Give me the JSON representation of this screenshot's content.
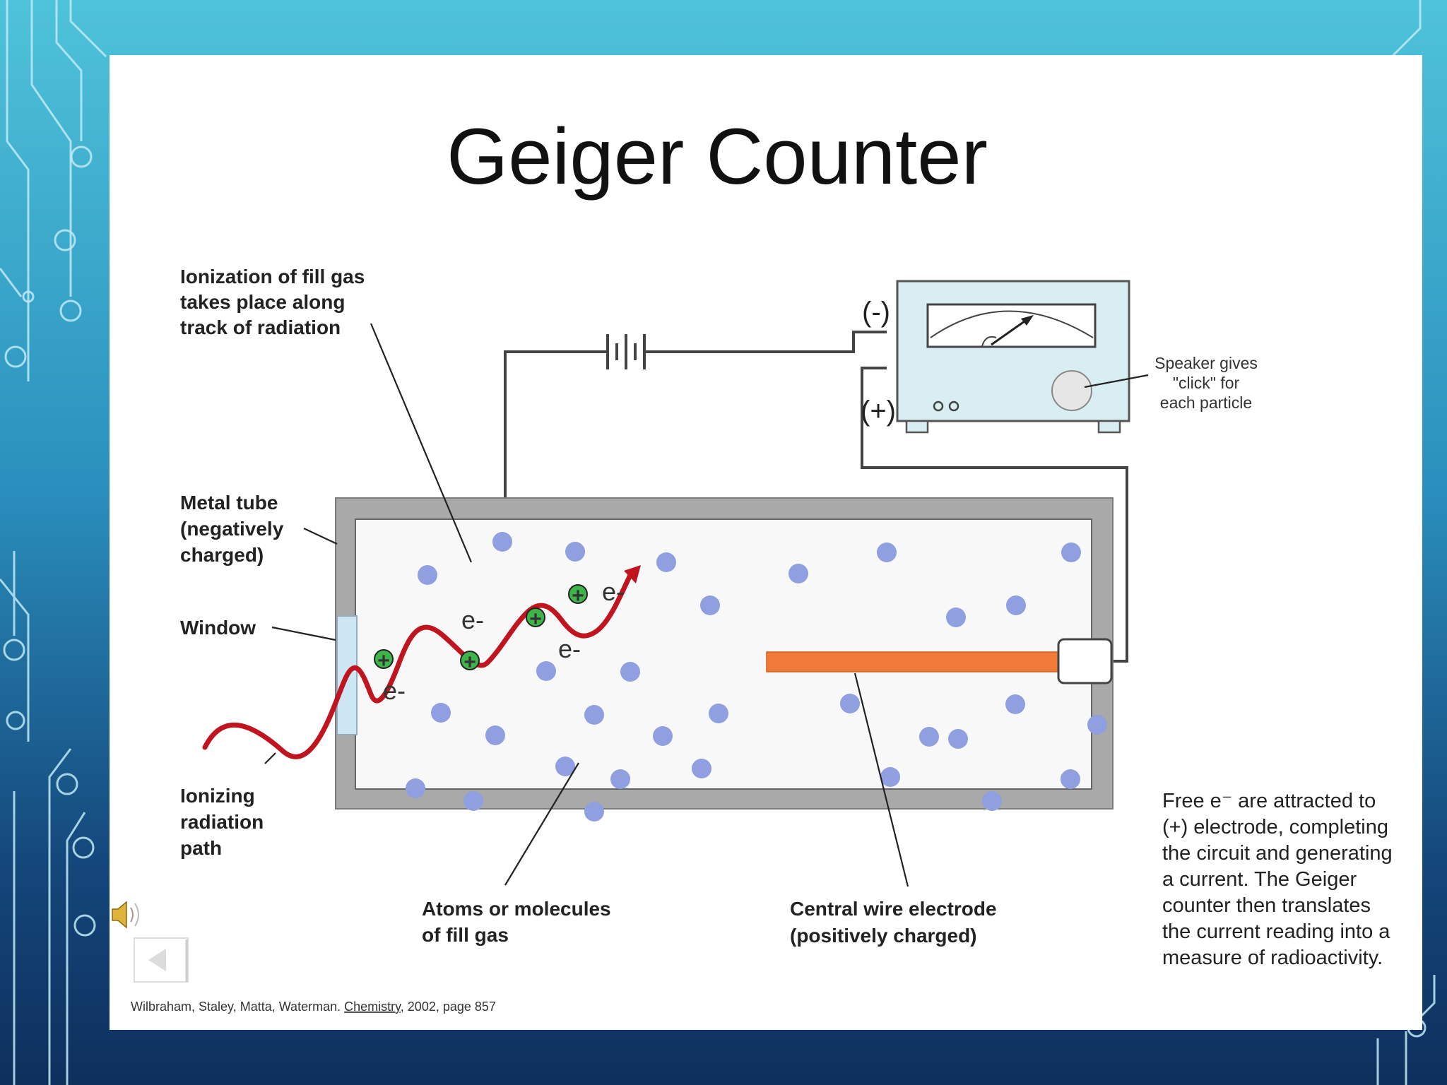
{
  "slide": {
    "title": "Geiger Counter",
    "citation": {
      "authors": "Wilbraham, Staley, Matta, Waterman.",
      "book": "Chemistry",
      "rest": ", 2002, page 857"
    }
  },
  "labels": {
    "ionization": [
      "Ionization of fill gas",
      "takes place along",
      "track of radiation"
    ],
    "metal_tube": [
      "Metal tube",
      "(negatively",
      "charged)"
    ],
    "window": "Window",
    "radiation_path": [
      "Ionizing",
      "radiation",
      "path"
    ],
    "atoms": [
      "Atoms or molecules",
      "of fill gas"
    ],
    "electrode": [
      "Central wire electrode",
      "(positively charged)"
    ],
    "speaker": [
      "Speaker gives",
      "\"click\" for",
      "each particle"
    ],
    "free_electrons": [
      "Free e⁻ are attracted to",
      "(+) electrode, completing",
      "the circuit and generating",
      " a current.  The Geiger",
      "counter then translates",
      "the current reading into a",
      "measure of radioactivity."
    ]
  },
  "circuit": {
    "negative": "(-)",
    "positive": "(+)"
  },
  "electron_label": "e-",
  "ion_label": "+",
  "colors": {
    "tube": "#a9a9a9",
    "gas_atom": "#8f9fe0",
    "radiation": "#c0141e",
    "electrode": "#f07a38",
    "ion": "#3db54a",
    "meter": "#d8eef2"
  },
  "controls": {
    "audio_icon": "speaker-icon",
    "prev_icon": "previous-slide-icon"
  }
}
